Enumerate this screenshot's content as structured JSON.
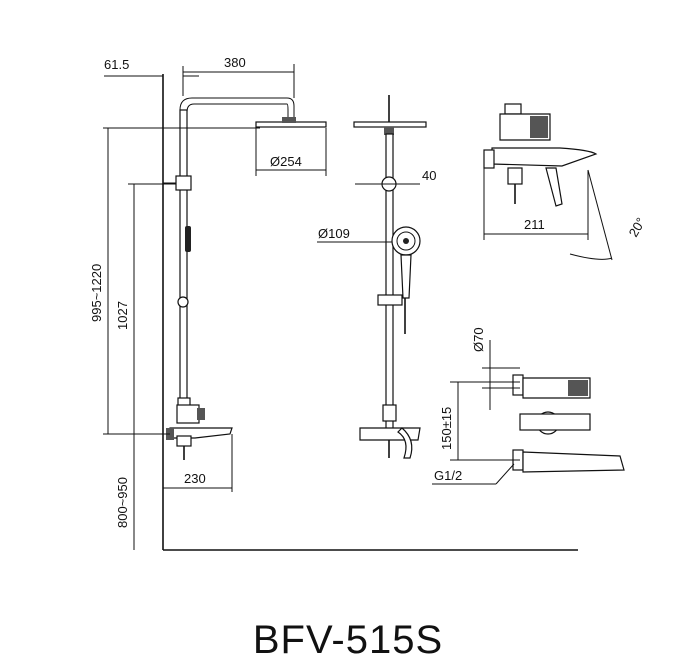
{
  "model": "BFV-515S",
  "dimensions": {
    "arm_offset": "61.5",
    "arm_length": "380",
    "head_diameter": "Ø254",
    "total_height_range": "995~1220",
    "riser_height": "1027",
    "mixer_height_range": "800~950",
    "spout_reach": "230",
    "hand_shower_diameter": "Ø109",
    "pipe_diameter": "40",
    "mixer_depth": "211",
    "spout_angle": "20°",
    "connector_diameter": "Ø70",
    "inlet_center_distance": "150±15",
    "inlet_thread": "G1/2"
  }
}
